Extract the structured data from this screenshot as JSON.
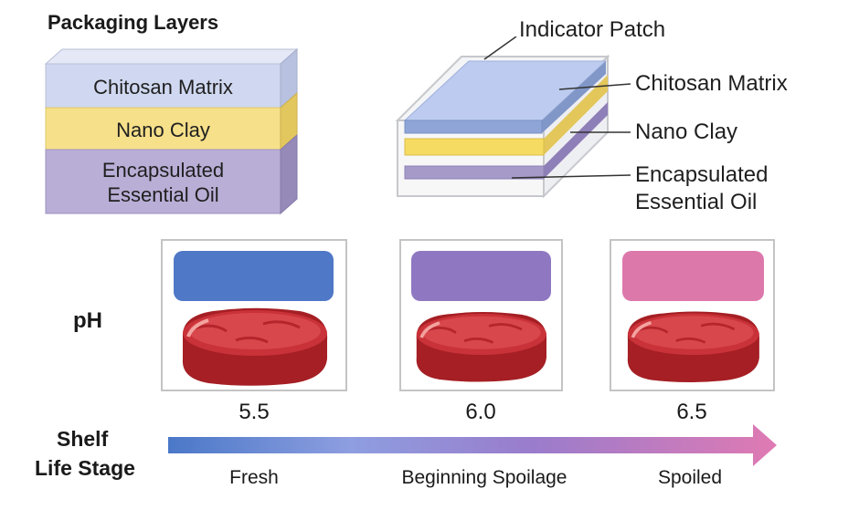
{
  "stack": {
    "title": "Packaging Layers",
    "layers": [
      "Chitosan Matrix",
      "Nano Clay",
      "Encapsulated",
      "Essential Oil"
    ]
  },
  "exploded": {
    "labels": [
      "Indicator Patch",
      "Chitosan Matrix",
      "Nano Clay",
      "Encapsulated",
      "Essential Oil"
    ]
  },
  "ph": {
    "label": "pH",
    "samples": [
      {
        "value": "5.5",
        "color": "#4f78c7"
      },
      {
        "value": "6.0",
        "color": "#8f78c1"
      },
      {
        "value": "6.5",
        "color": "#dd78ab"
      }
    ]
  },
  "shelf": {
    "title_line1": "Shelf",
    "title_line2": "Life Stage",
    "stages": [
      "Fresh",
      "Beginning Spoilage",
      "Spoiled"
    ],
    "colors": [
      "#4a78c8",
      "#8e9ee0",
      "#9a7ccc",
      "#e07ab3"
    ]
  }
}
